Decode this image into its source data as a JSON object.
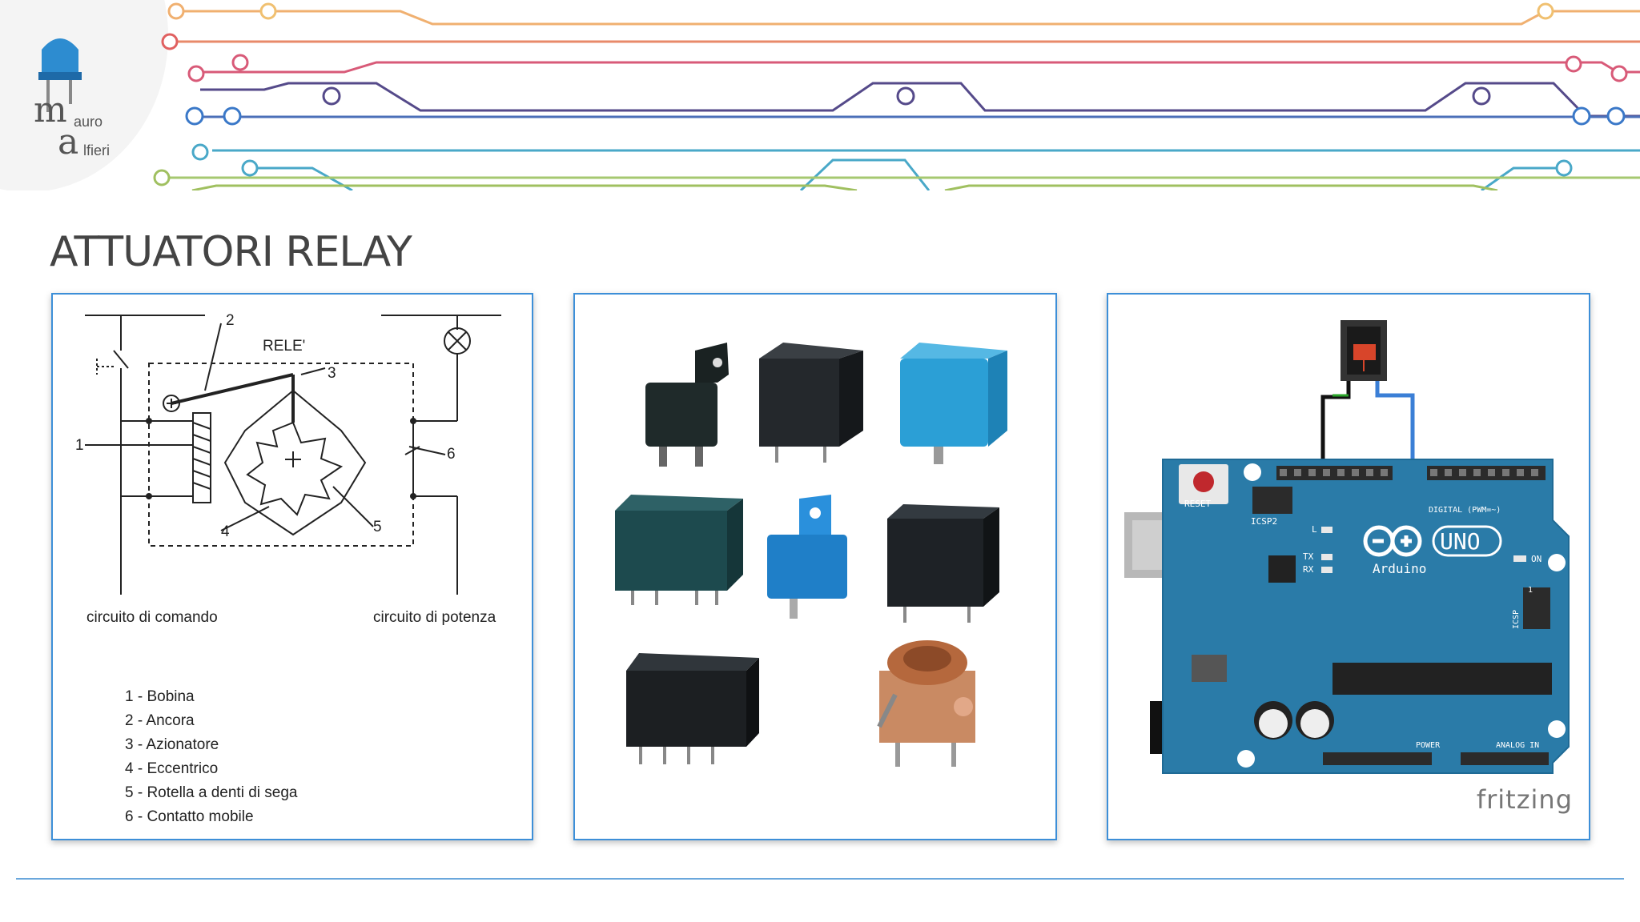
{
  "slide": {
    "title": "ATTUATORI RELAY",
    "accent_color": "#3d8fd8"
  },
  "logo": {
    "initial_m": "m",
    "rest_m": "auro",
    "initial_a": "a",
    "rest_a": "lfieri",
    "icon": "led-icon"
  },
  "diagram": {
    "rele_label": "RELE'",
    "numbers": [
      "1",
      "2",
      "3",
      "4",
      "5",
      "6"
    ],
    "control_circuit": "circuito di comando",
    "power_circuit": "circuito di potenza",
    "legend": [
      "1 - Bobina",
      "2 - Ancora",
      "3 - Azionatore",
      "4 - Eccentrico",
      "5 - Rotella a denti di sega",
      "6 - Contatto mobile"
    ]
  },
  "arduino": {
    "reset": "RESET",
    "icsp2": "ICSP2",
    "digital": "DIGITAL (PWM=~)",
    "brand": "Arduino",
    "model": "UNO",
    "on": "ON",
    "l": "L",
    "tx": "TX",
    "rx": "RX",
    "icsp": "ICSP",
    "power": "POWER",
    "analog_in": "ANALOG IN",
    "one": "1",
    "board_color": "#2a7ba8",
    "software": "fritzing"
  }
}
